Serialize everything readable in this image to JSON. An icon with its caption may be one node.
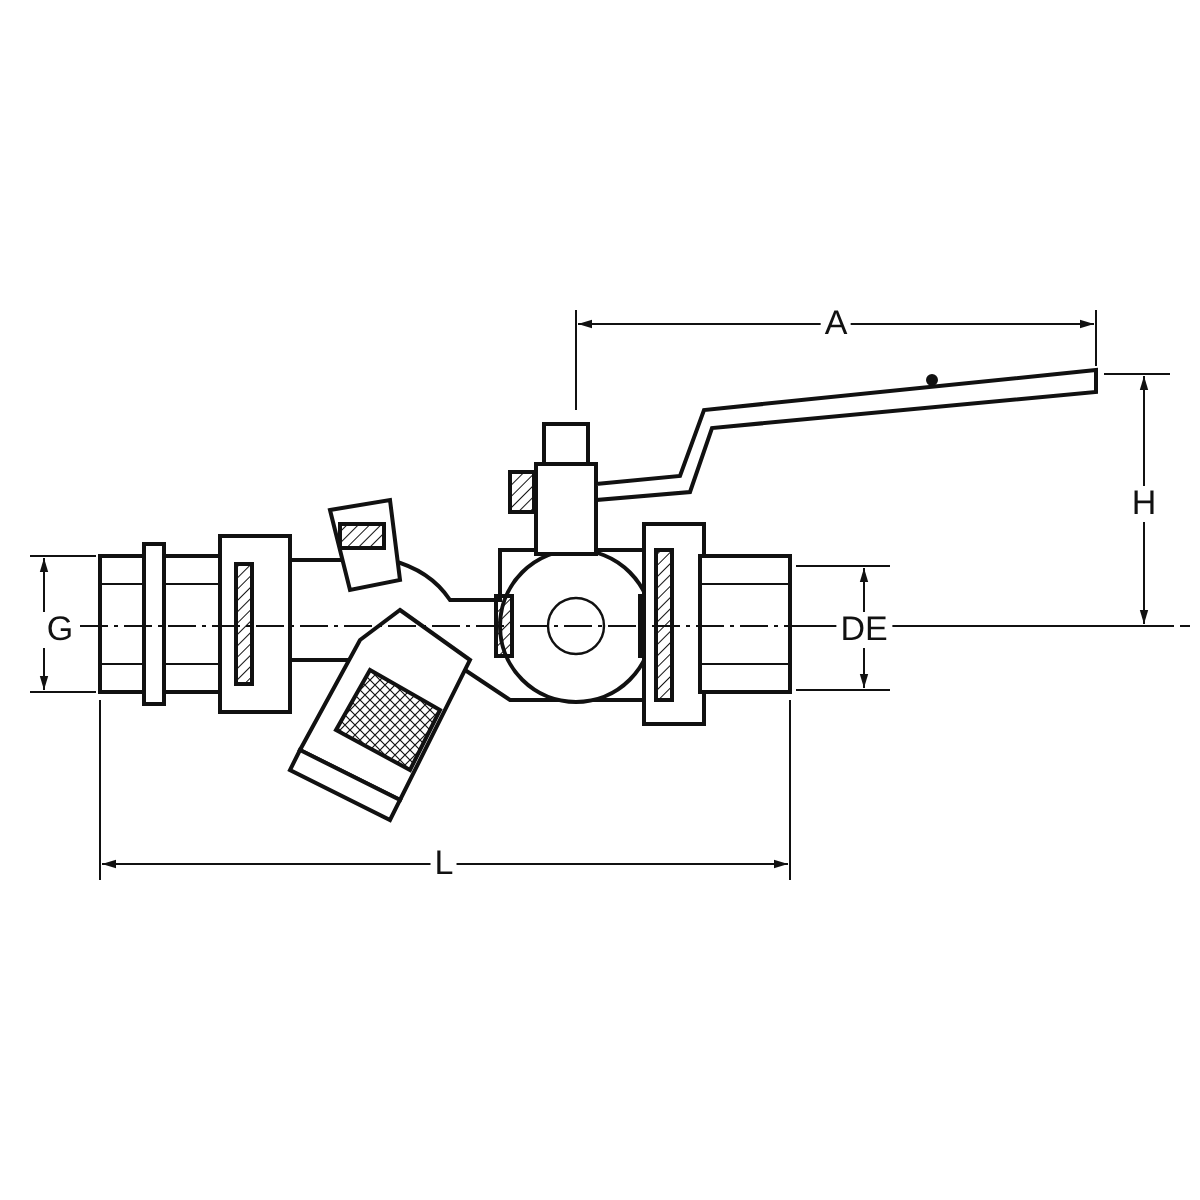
{
  "diagram": {
    "labels": [
      "A",
      "H",
      "G",
      "DE",
      "L"
    ]
  }
}
